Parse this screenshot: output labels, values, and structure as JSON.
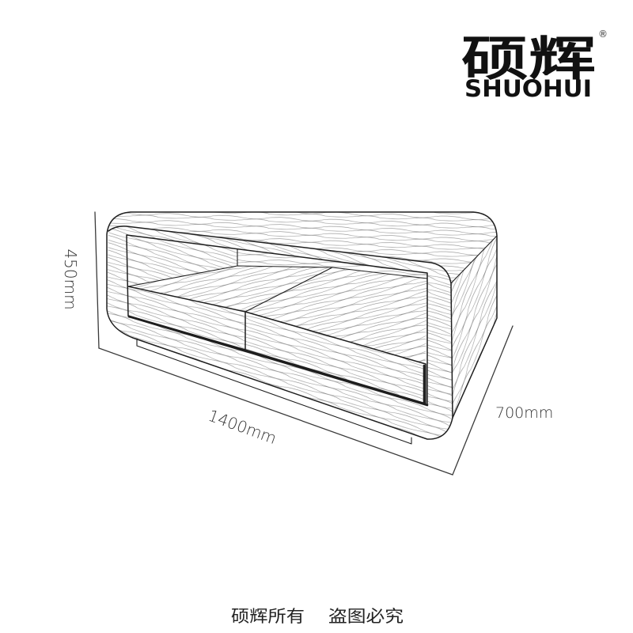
{
  "brand": {
    "name_cn": "硕辉",
    "registered_mark": "®",
    "name_en": "SHUOHUI"
  },
  "dimensions": {
    "height": "450mm",
    "length": "1400mm",
    "depth": "700mm"
  },
  "footer": {
    "ownership": "硕辉所有",
    "warning": "盗图必究"
  },
  "colors": {
    "line": "#1e1e1e",
    "grain": "#8c8c8c",
    "background": "#ffffff"
  }
}
